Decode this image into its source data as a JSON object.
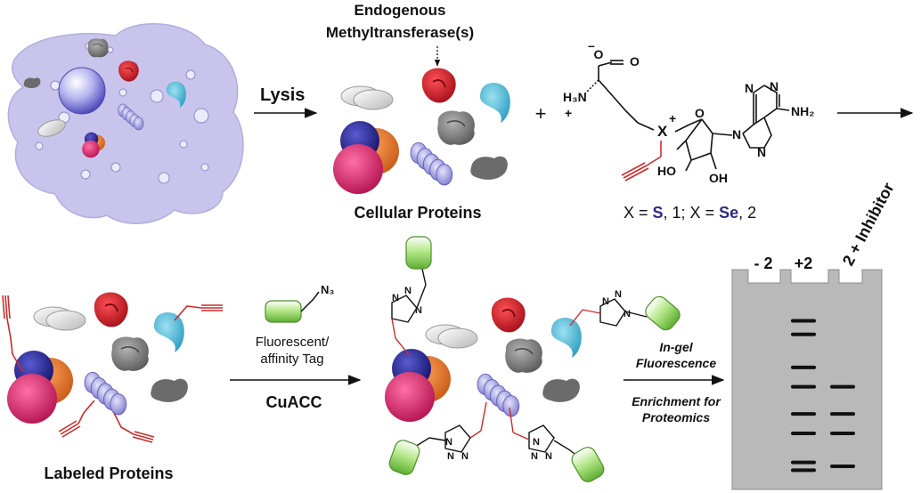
{
  "enzyme_label": [
    "Endogenous",
    "Methyltransferase(s)"
  ],
  "step_lysis": "Lysis",
  "plus_sign": "+",
  "cellular_proteins_label": "Cellular Proteins",
  "cofactor": {
    "atoms": {
      "o_minus": "O",
      "minus": "–",
      "o": "O",
      "h3n": "H₃N",
      "plus_n": "+",
      "x": "X",
      "plus_x": "+",
      "n1": "N",
      "n3": "N",
      "n7": "N",
      "n9": "N",
      "nh2": "NH₂",
      "o_ring": "O",
      "ho": "HO",
      "oh": "OH"
    },
    "legend": {
      "prefix": "X = ",
      "s": "S",
      "mid": ", 1; X = ",
      "se": "Se",
      "suffix": ", 2"
    },
    "accent_color": "#2b2b88"
  },
  "tag": {
    "label": "N₃",
    "caption": [
      "Fluorescent/",
      "affinity Tag"
    ]
  },
  "reaction_label": "CuACC",
  "triazole_atoms": {
    "n1": "N",
    "n2": "N",
    "n3": "N"
  },
  "readout": {
    "top": [
      "In-gel",
      "Fluorescence"
    ],
    "bottom": [
      "Enrichment for",
      "Proteomics"
    ]
  },
  "labeled_proteins_label": "Labeled Proteins",
  "gel": {
    "lanes": [
      "- 2",
      "+2",
      "2 + Inhibitor"
    ],
    "band_fractions_lane2": [
      0.14,
      0.21,
      0.38,
      0.48,
      0.62,
      0.72,
      0.87,
      0.91
    ],
    "band_fractions_lane3": [
      0.48,
      0.62,
      0.72,
      0.89
    ]
  },
  "colors": {
    "cell": "#c9c4ec",
    "nucleus": "#8a87e0",
    "red_protein": "#cc1f2a",
    "blue_protein": "#5cc0dc",
    "gray_protein": "#8a8a8a",
    "dark_protein": "#6e6e6e",
    "purple_chain": "#a7a6e2",
    "pink": "#d81e6b",
    "orange": "#e0762a",
    "navy": "#24258a",
    "alkyne": "#cc2b2b",
    "tag_green": "#8ad25a",
    "gel": "#b9b9b9",
    "band": "#111111"
  }
}
